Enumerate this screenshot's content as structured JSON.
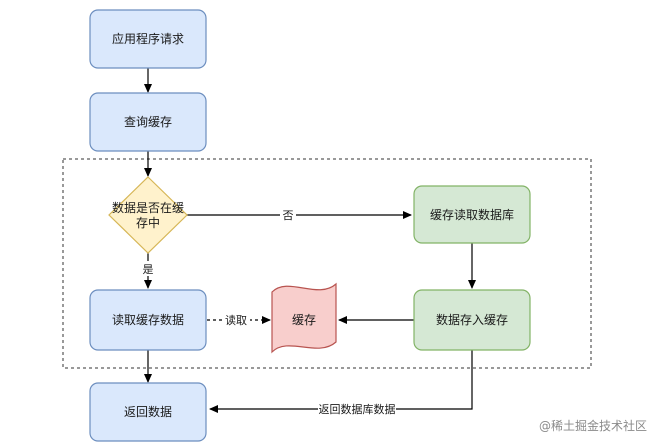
{
  "nodes": {
    "app_request": "应用程序请求",
    "query_cache": "查询缓存",
    "decision_line1": "数据是否在缓",
    "decision_line2": "存中",
    "read_cache": "读取缓存数据",
    "cache": "缓存",
    "read_db": "缓存读取数据库",
    "store_cache": "数据存入缓存",
    "return_data": "返回数据"
  },
  "edges": {
    "no": "否",
    "yes": "是",
    "read": "读取",
    "return_db": "返回数据库数据"
  },
  "watermark": "@稀土掘金技术社区",
  "colors": {
    "blue_fill": "#dae8fc",
    "blue_stroke": "#6c8ebf",
    "yellow_fill": "#fff2cc",
    "yellow_stroke": "#d6b656",
    "green_fill": "#d5e8d4",
    "green_stroke": "#82b366",
    "red_fill": "#f8cecc",
    "red_stroke": "#b85450"
  }
}
